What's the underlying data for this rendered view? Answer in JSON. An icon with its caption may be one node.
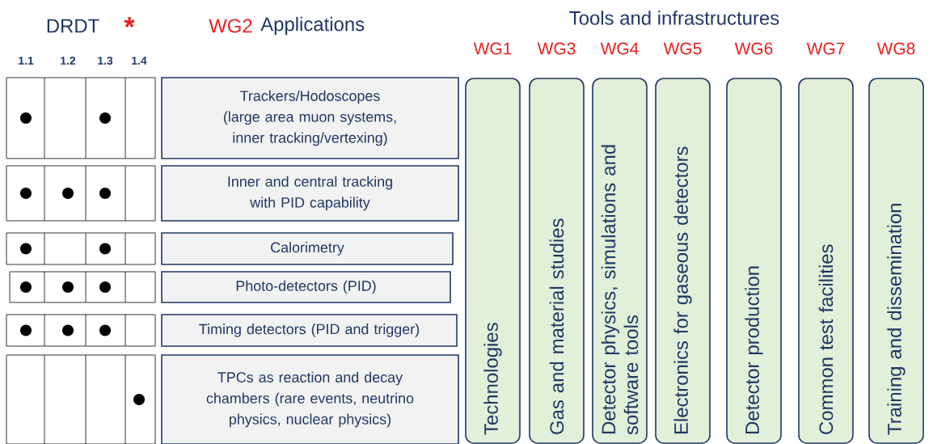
{
  "diagram": {
    "nodes": [
      {
        "text": [
          "Trackers/Hodoscopes (large area muon systems, inner tracking/vertexing)"
        ]
      },
      {
        "text": [
          "Inner and central tracking with PID capability"
        ]
      },
      {
        "text": [
          "Calorimetry"
        ]
      },
      {
        "text": [
          "Photo-detectors (PID)"
        ]
      },
      {
        "text": [
          "Timing detectors (PID and trigger)"
        ]
      },
      {
        "text": [
          "TPCs as reaction and decay chambers (rare events, neutrino physics, nuclear physics)"
        ]
      },
      {
        "text": [
          "WG1",
          "Technologies"
        ]
      },
      {
        "text": [
          "WG3",
          "Gas and material studies"
        ]
      },
      {
        "text": [
          "WG4",
          "Detector physics, simulations and software tools"
        ]
      },
      {
        "text": [
          "WG5",
          "Electronics for gaseous detectors"
        ]
      },
      {
        "text": [
          "WG6",
          "Detector production"
        ]
      },
      {
        "text": [
          "WG7",
          "Common test facilities"
        ]
      },
      {
        "text": [
          "WG8",
          "Training and dissemination"
        ]
      }
    ],
    "labels": [
      "Tools and infrastructures",
      "DRDT",
      "*",
      "WG2",
      "Applications",
      "1.1",
      "1.2",
      "1.3",
      "1.4"
    ]
  }
}
